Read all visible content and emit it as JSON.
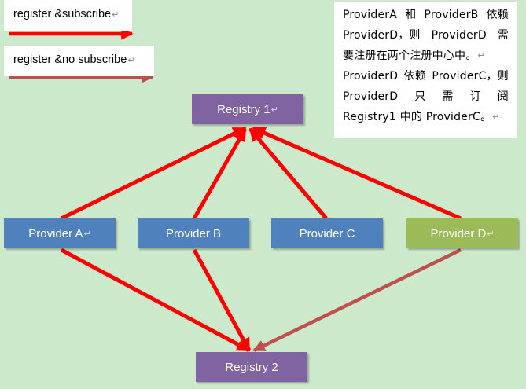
{
  "legend": {
    "register_subscribe": {
      "label": "register &subscribe",
      "color": "#ff0000"
    },
    "register_no_subscribe": {
      "label": "register &no subscribe",
      "color": "#c0504d"
    }
  },
  "nodes": {
    "registry1": {
      "label": "Registry 1",
      "color": "#8064a2"
    },
    "registry2": {
      "label": "Registry 2",
      "color": "#8064a2"
    },
    "providerA": {
      "label": "Provider A",
      "color": "#4f81bd"
    },
    "providerB": {
      "label": "Provider B",
      "color": "#4f81bd"
    },
    "providerC": {
      "label": "Provider C",
      "color": "#4f81bd"
    },
    "providerD": {
      "label": "Provider D",
      "color": "#9bbb59"
    }
  },
  "note": {
    "lines": [
      [
        "ProviderA",
        "和",
        "ProviderB",
        "依赖"
      ],
      [
        "ProviderD，则",
        "ProviderD",
        "需"
      ],
      [
        "要注册在两个注册中心中。"
      ],
      [
        "ProviderD",
        "依赖",
        "ProviderC，则"
      ],
      [
        "ProviderD",
        "只",
        "需",
        "订",
        "阅"
      ],
      [
        "Registry1",
        "中的",
        "ProviderC。"
      ]
    ]
  },
  "edges": [
    {
      "from": "Provider A",
      "to": "Registry 1",
      "type": "register &subscribe"
    },
    {
      "from": "Provider B",
      "to": "Registry 1",
      "type": "register &subscribe"
    },
    {
      "from": "Provider C",
      "to": "Registry 1",
      "type": "register &subscribe"
    },
    {
      "from": "Provider D",
      "to": "Registry 1",
      "type": "register &subscribe"
    },
    {
      "from": "Provider A",
      "to": "Registry 2",
      "type": "register &subscribe"
    },
    {
      "from": "Provider B",
      "to": "Registry 2",
      "type": "register &subscribe"
    },
    {
      "from": "Provider D",
      "to": "Registry 2",
      "type": "register &no subscribe"
    }
  ],
  "paragraph_mark": "↵"
}
